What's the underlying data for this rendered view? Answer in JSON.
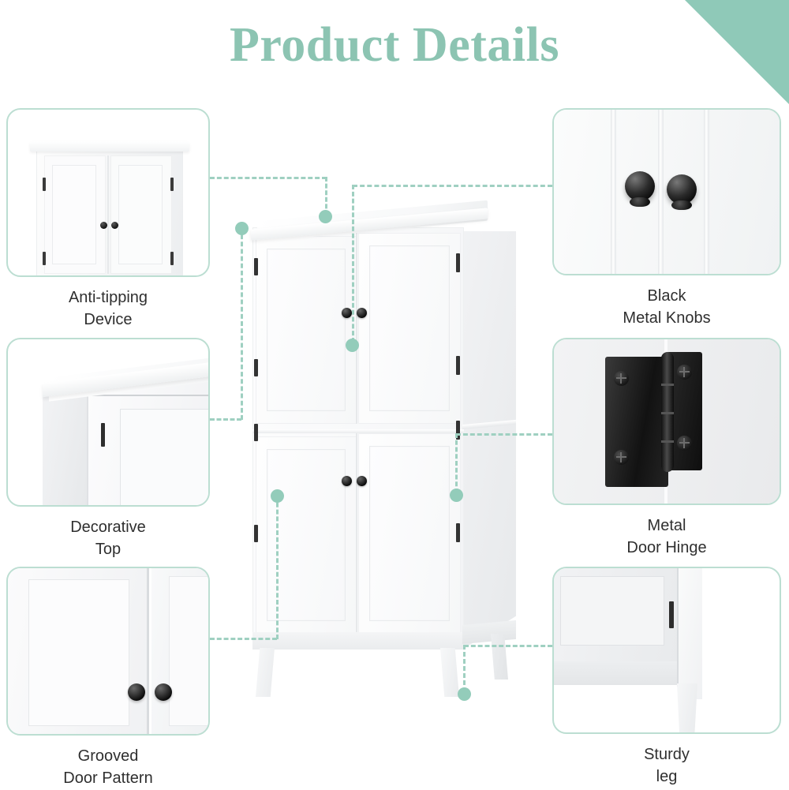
{
  "header": {
    "title": "Product Details"
  },
  "theme": {
    "accent_green": "#8cc4b2",
    "corner_green": "#8fc9b8",
    "dot_green": "#93ccba",
    "card_border": "#bcded2",
    "caption_color": "#2f2f2f",
    "knob_black": "#0d0d0d"
  },
  "callouts": [
    {
      "id": "anti-tipping",
      "side": "left",
      "caption_line1": "Anti-tipping",
      "caption_line2": "Device",
      "photo": "cabinet-top-two-doors"
    },
    {
      "id": "decorative-top",
      "side": "left",
      "caption_line1": "Decorative",
      "caption_line2": "Top",
      "photo": "cabinet-corner-crown-moulding"
    },
    {
      "id": "grooved-door",
      "side": "left",
      "caption_line1": "Grooved",
      "caption_line2": "Door Pattern",
      "photo": "door-panel-groove-closeup"
    },
    {
      "id": "black-knobs",
      "side": "right",
      "caption_line1": "Black",
      "caption_line2": "Metal Knobs",
      "photo": "two-black-knobs-on-grooved-panel"
    },
    {
      "id": "door-hinge",
      "side": "right",
      "caption_line1": "Metal",
      "caption_line2": "Door Hinge",
      "photo": "black-metal-hinge-four-screws"
    },
    {
      "id": "sturdy-leg",
      "side": "right",
      "caption_line1": "Sturdy",
      "caption_line2": "leg",
      "photo": "cabinet-bottom-tapered-leg"
    }
  ],
  "product": {
    "name": "white-storage-cabinet",
    "doors": 4,
    "knob_pairs": 2,
    "legs": 3
  }
}
